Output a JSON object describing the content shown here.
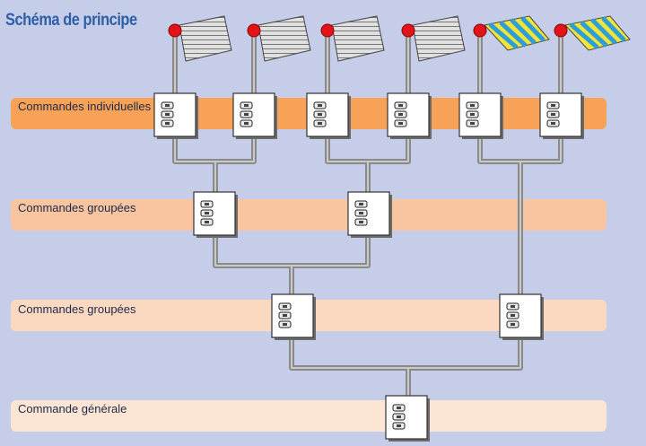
{
  "title": "Schéma de principe",
  "rows": [
    {
      "label": "Commandes individuelles",
      "color": "#f7a257"
    },
    {
      "label": "Commandes groupées",
      "color": "#f9c4a0"
    },
    {
      "label": "Commandes groupées",
      "color": "#fbd9c1"
    },
    {
      "label": "Commande générale",
      "color": "#fce5d2"
    }
  ],
  "colors": {
    "background": "#c5cde8",
    "wire": "#7e7e7e",
    "motor": "#e3131a",
    "awning_yellow": "#f3e33a",
    "awning_blue": "#2a9fd8"
  },
  "devices": [
    "roller-shutter",
    "roller-shutter",
    "roller-shutter",
    "roller-shutter",
    "awning",
    "awning"
  ]
}
